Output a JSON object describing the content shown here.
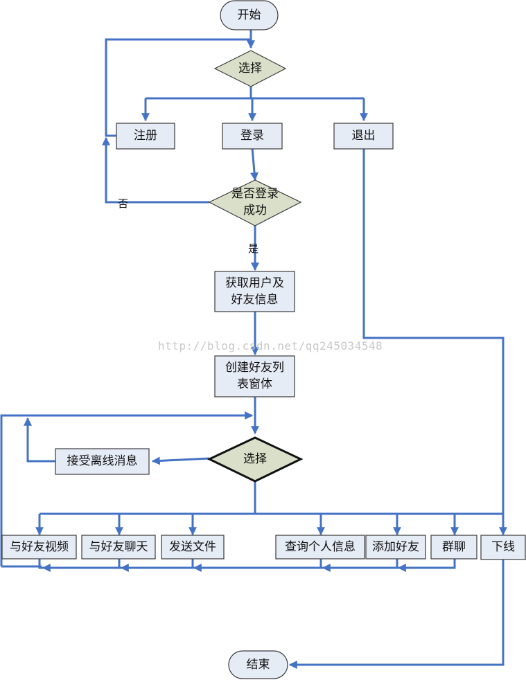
{
  "nodes": {
    "start": "开始",
    "choose1": "选择",
    "register": "注册",
    "login": "登录",
    "exit": "退出",
    "login_ok_line1": "是否登录",
    "login_ok_line2": "成功",
    "get_info_line1": "获取用户及",
    "get_info_line2": "好友信息",
    "create_list_line1": "创建好友列",
    "create_list_line2": "表窗体",
    "choose2": "选择",
    "offline_msg": "接受离线消息",
    "video": "与好友视频",
    "chat": "与好友聊天",
    "send_file": "发送文件",
    "personal_info": "查询个人信息",
    "add_friend": "添加好友",
    "group_chat": "群聊",
    "logout": "下线",
    "end": "结束"
  },
  "edge_labels": {
    "no": "否",
    "yes": "是"
  },
  "watermark": "http://blog.csdn.net/qq245034548",
  "colors": {
    "line": "#4472c4",
    "box_fill": "#e6ecf6",
    "box_stroke": "#3a3a3a",
    "diamond_fill": "#d9dfc8",
    "terminal_fill": "#e6ecf6"
  }
}
